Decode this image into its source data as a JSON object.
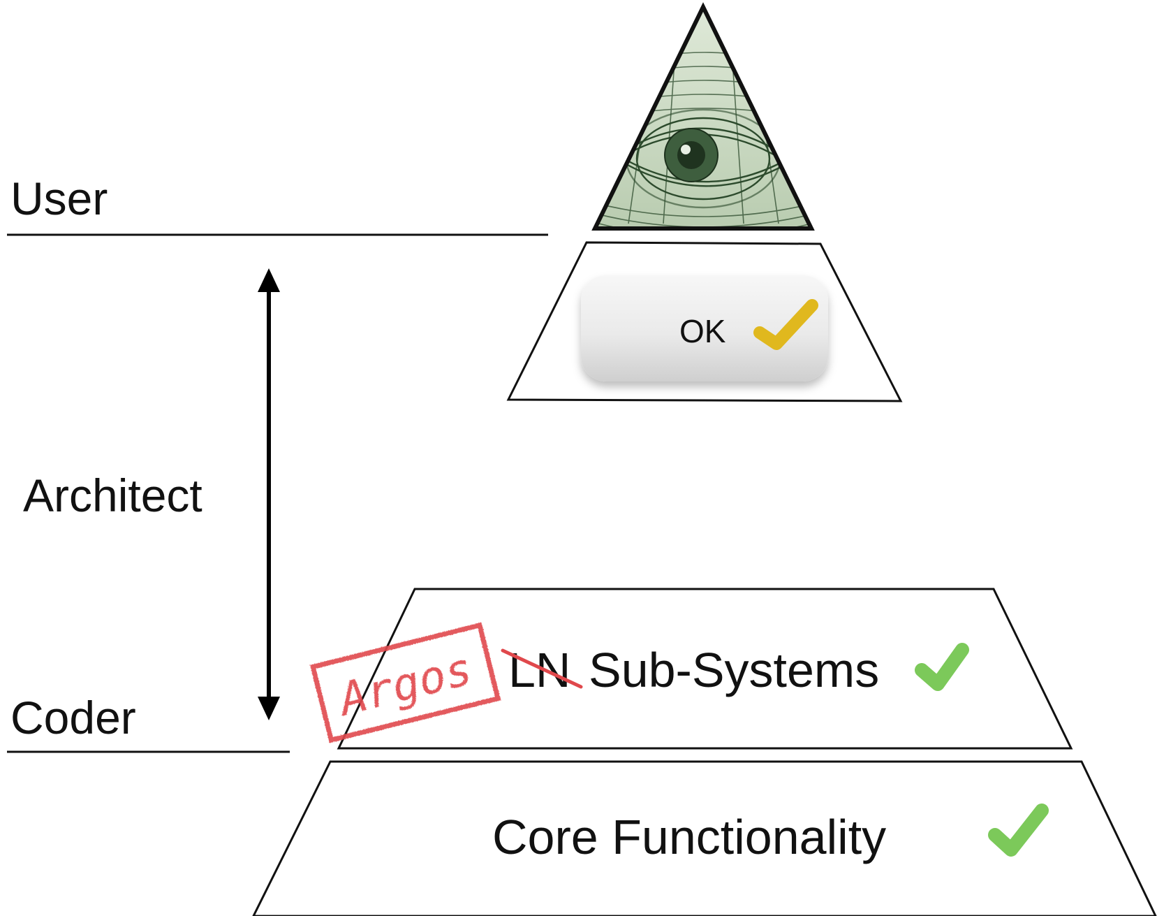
{
  "roles": {
    "user": "User",
    "architect": "Architect",
    "coder": "Coder"
  },
  "layers": {
    "ui": {
      "button_label": "OK",
      "check_color": "#e0b81e"
    },
    "subsystems": {
      "struck_text": "LN",
      "label": "Sub-Systems",
      "check_color": "#7cc95a"
    },
    "core": {
      "label": "Core Functionality",
      "check_color": "#7cc95a"
    }
  },
  "stamp": {
    "text": "Argos",
    "color": "#e0484c"
  },
  "icons": {
    "apex": "all-seeing-eye-icon",
    "check": "checkmark-icon",
    "arrow": "double-arrow-icon"
  }
}
